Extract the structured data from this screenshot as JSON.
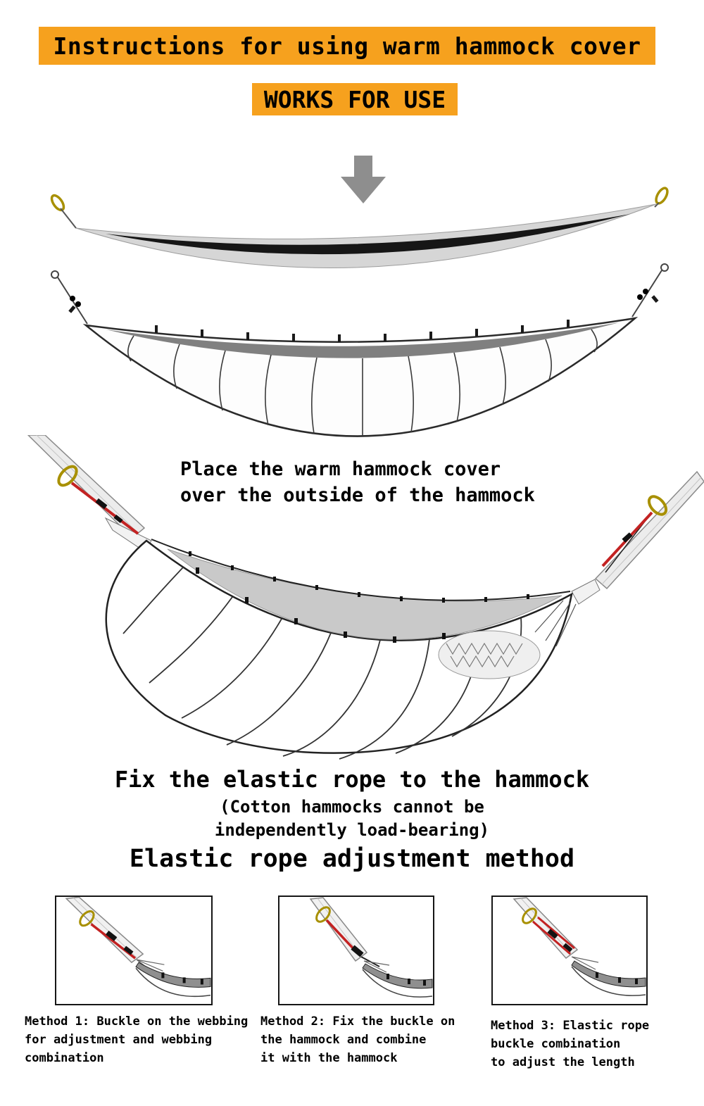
{
  "page": {
    "title": "Instructions for using warm hammock cover",
    "subtitle": "WORKS FOR USE",
    "accent_color": "#F6A11E",
    "arrow_color": "#8E8E8E",
    "rope_color": "#C32222",
    "carabiner_color": "#A89000"
  },
  "step1": {
    "caption_lines": [
      "Place the warm hammock cover",
      "over the outside of the hammock"
    ]
  },
  "step2": {
    "caption": "Fix the elastic rope to the hammock",
    "note_lines": [
      "(Cotton hammocks cannot be",
      "independently load-bearing)"
    ]
  },
  "methods": {
    "heading": "Elastic rope adjustment method",
    "items": [
      {
        "name": "method-1",
        "lines": [
          "Method 1: Buckle on the webbing",
          "for adjustment and webbing",
          "combination"
        ]
      },
      {
        "name": "method-2",
        "lines": [
          "Method 2: Fix the buckle on",
          "the hammock and combine",
          "it with the hammock"
        ]
      },
      {
        "name": "method-3",
        "lines": [
          "Method 3: Elastic rope",
          "buckle combination",
          "to adjust the length"
        ]
      }
    ]
  },
  "icons": {
    "down_arrow": "down-arrow-icon",
    "carabiner": "carabiner-icon",
    "elastic_rope": "elastic-rope",
    "rope_buckle": "rope-buckle",
    "webbing_strap": "webbing-strap"
  }
}
